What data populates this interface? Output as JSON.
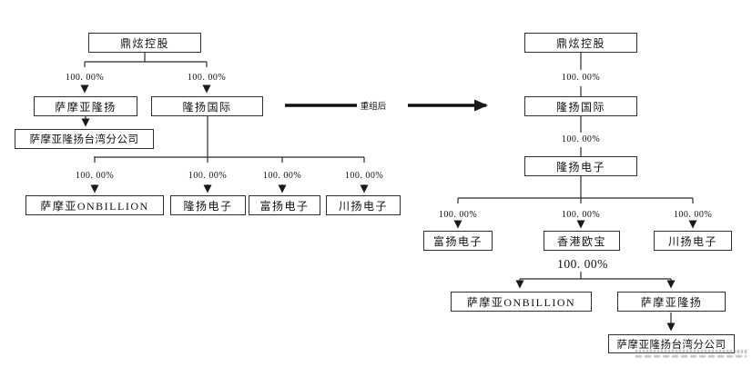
{
  "percentage": "100. 00%",
  "transition": {
    "label": "重组后"
  },
  "before": {
    "root": "鼎炫控股",
    "samoa_longyang": "萨摩亚隆扬",
    "longyang_international": "隆扬国际",
    "samoa_taiwan_branch": "萨摩亚隆扬台湾分公司",
    "samoa_onbillion": "萨摩亚ONBILLION",
    "longyang_electronics": "隆扬电子",
    "fuyang_electronics": "富扬电子",
    "chuanyang_electronics": "川扬电子"
  },
  "after": {
    "root": "鼎炫控股",
    "longyang_international": "隆扬国际",
    "longyang_electronics": "隆扬电子",
    "fuyang_electronics": "富扬电子",
    "hongkong_oubao": "香港欧宝",
    "chuanyang_electronics": "川扬电子",
    "samoa_onbillion": "萨摩亚ONBILLION",
    "samoa_longyang": "萨摩亚隆扬",
    "samoa_taiwan_branch": "萨摩亚隆扬台湾分公司"
  }
}
